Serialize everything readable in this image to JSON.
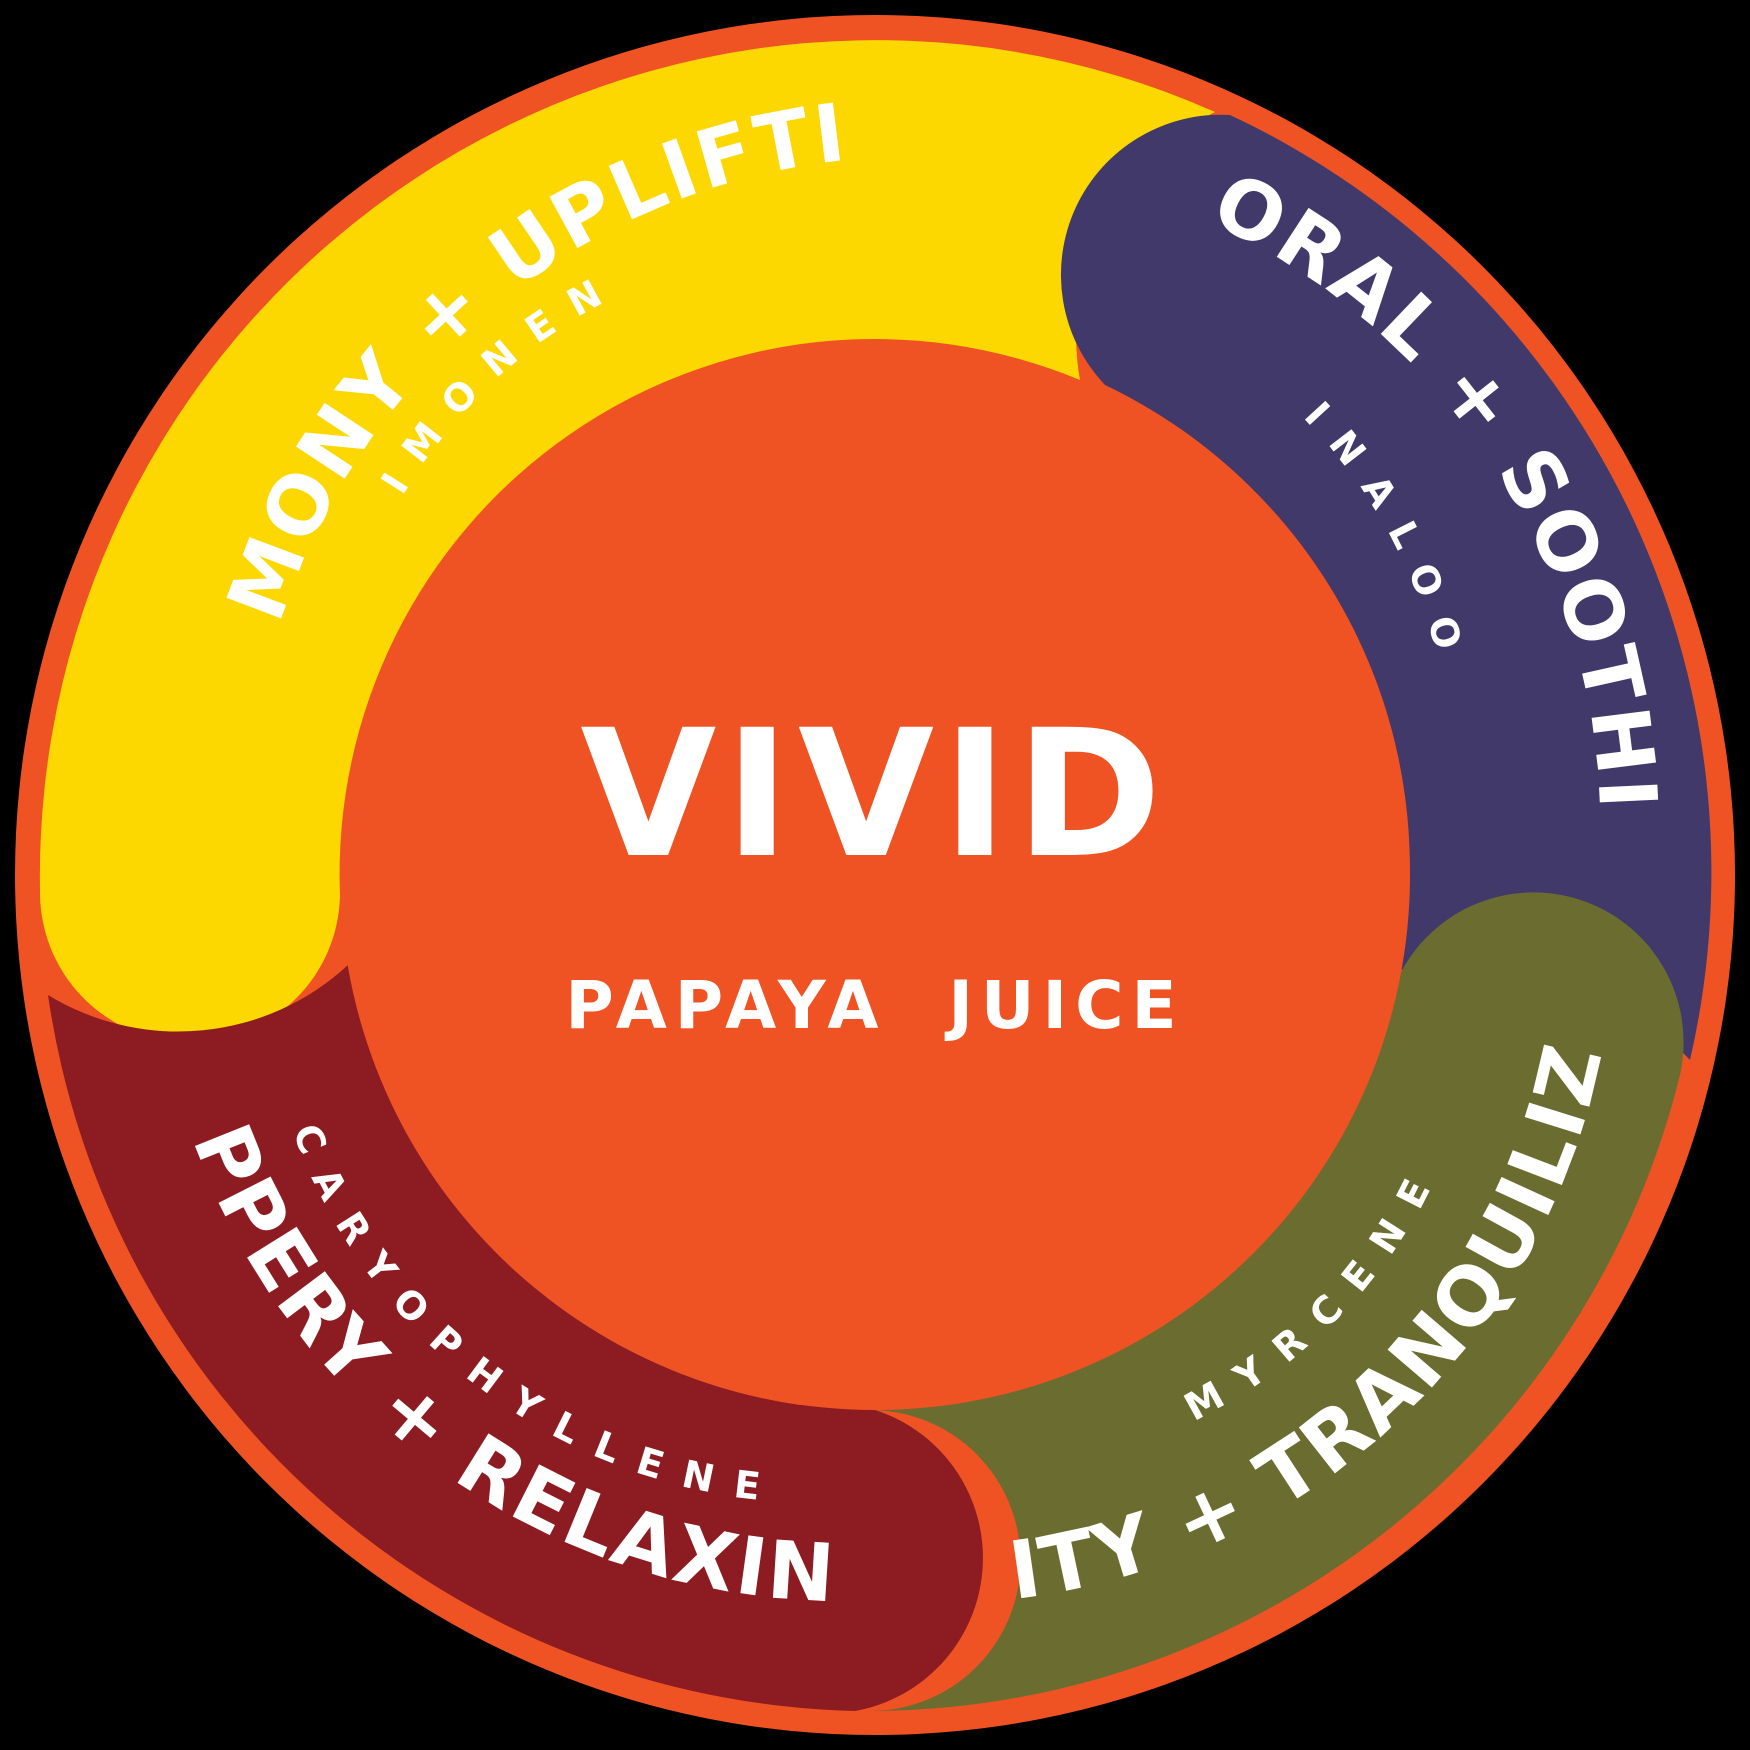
{
  "colors": {
    "background": "#000000",
    "ring": "#f05323",
    "center": "#f05323",
    "text": "#ffffff"
  },
  "center": {
    "title": "VIVID",
    "subtitle": "PAPAYA  JUICE"
  },
  "segments": [
    {
      "id": "lemony",
      "color": "#fcd700",
      "label": "LEMONY + UPLIFTING",
      "sublabel": "LIMONENE"
    },
    {
      "id": "floral",
      "color": "#41396a",
      "label": "FLORAL + SOOTHING",
      "sublabel": "LINALOOL"
    },
    {
      "id": "fruity",
      "color": "#6b6d30",
      "label": "FRUITY + TRANQUILIZING",
      "sublabel": "MYRCENE"
    },
    {
      "id": "peppery",
      "color": "#8d1c22",
      "label": "PEPPERY + RELAXING",
      "sublabel": "CARYOPHYLLENE"
    }
  ]
}
